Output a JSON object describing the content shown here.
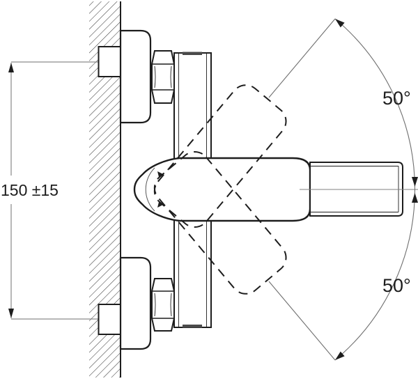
{
  "diagram": {
    "type": "technical-drawing",
    "subject": "wall-mounted-mixer-tap-side-view",
    "labels": {
      "mounting_distance": "150 ±15",
      "swivel_angle_top": "50°",
      "swivel_angle_bottom": "50°"
    },
    "values": {
      "mounting_distance": 150,
      "mounting_tolerance": 15,
      "swivel_angle_top_deg": 50,
      "swivel_angle_bottom_deg": 50
    },
    "colors": {
      "background": "#ffffff",
      "outline": "#1d1d1d",
      "thin_line": "#6f6f6f",
      "hatch": "#3f3f3f"
    }
  }
}
